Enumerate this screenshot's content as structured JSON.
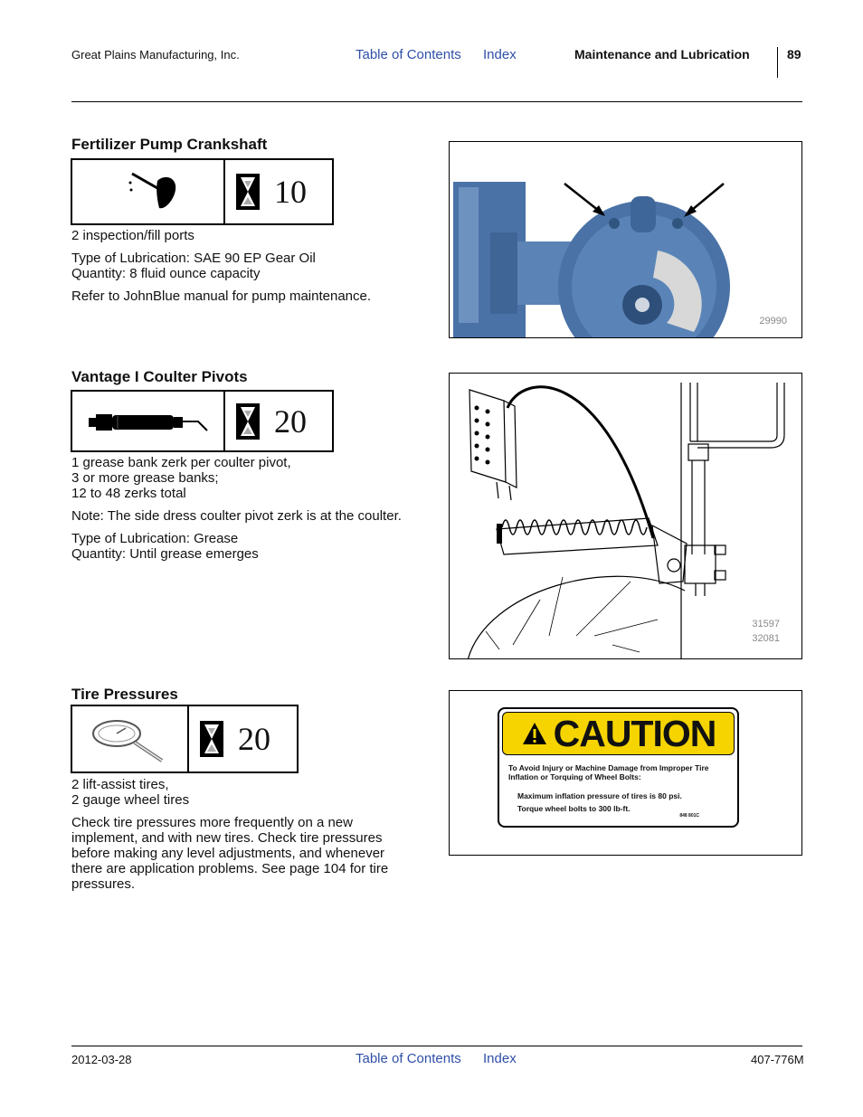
{
  "header": {
    "company": "Great Plains Manufacturing, Inc.",
    "toc_link": "Table of Contents",
    "index_link": "Index",
    "section": "Maintenance and Lubrication",
    "page": "89"
  },
  "sections": [
    {
      "title": "Fertilizer Pump Crankshaft",
      "icon": "oil-can-icon",
      "interval": "10",
      "lines": [
        "2 inspection/fill ports",
        "Type of Lubrication: SAE 90 EP Gear Oil",
        "Quantity: 8 fluid ounce capacity",
        "Refer to JohnBlue manual for pump maintenance."
      ],
      "figure_number": "29990"
    },
    {
      "title": "Vantage I Coulter Pivots",
      "icon": "grease-gun-icon",
      "interval": "20",
      "lines": [
        "1 grease bank zerk per coulter pivot,",
        "3 or more grease banks;",
        "12 to 48 zerks total",
        "Note:  The side dress coulter pivot zerk is at the coulter.",
        "Type of Lubrication: Grease",
        "Quantity: Until grease emerges"
      ],
      "figure_number_1": "31597",
      "figure_number_2": "32081"
    },
    {
      "title": "Tire Pressures",
      "icon": "tire-gauge-icon",
      "interval": "20",
      "lines": [
        "2 lift-assist tires,",
        "2 gauge wheel tires",
        "Check tire pressures more frequently on a new implement, and with new tires. Check tire pressures before making any level adjustments, and whenever there are application problems. See page 104 for tire pressures."
      ]
    }
  ],
  "caution_decal": {
    "heading": "CAUTION",
    "line1": "To Avoid Injury or Machine Damage from Improper Tire Inflation or Torquing of Wheel Bolts:",
    "line2": "Maximum inflation pressure of tires is 80 psi.",
    "line3": "Torque wheel bolts to 300 lb-ft.",
    "part_number": "848 801C"
  },
  "footer": {
    "date": "2012-03-28",
    "toc_link": "Table of Contents",
    "index_link": "Index",
    "doc_number": "407-776M"
  },
  "colors": {
    "link": "#2f4fa8",
    "pump_blue": "#4a72a6",
    "caution_yellow": "#f5d400"
  }
}
